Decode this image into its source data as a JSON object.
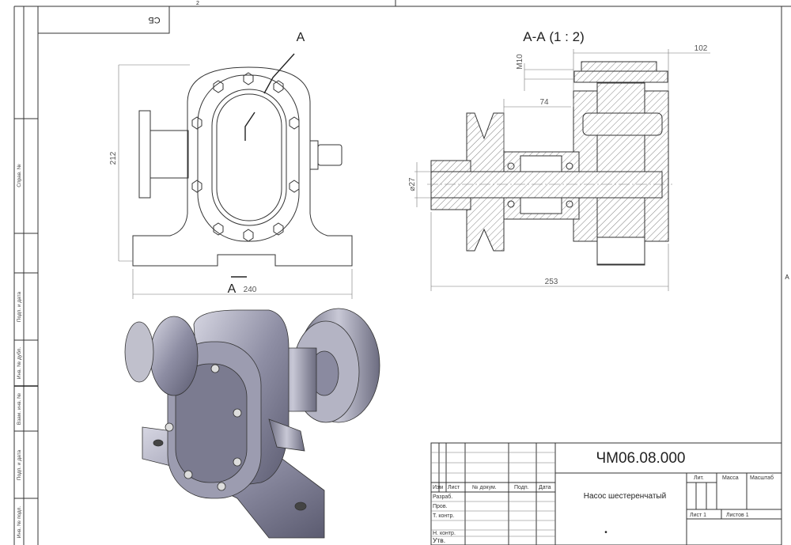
{
  "sheet": {
    "zone_number_top": "2",
    "zone_letter_right": "A",
    "top_stamp": "СБ",
    "left_strip": {
      "sprav_no": "Справ. №",
      "podp_data_1": "Подп. и дата",
      "inv_dubl": "Инв. № дубл.",
      "vzam_inv": "Взам. инв. №",
      "podp_data_2": "Подп. и дата",
      "inv_podl": "Инв. № подл."
    }
  },
  "front_view": {
    "section_label_top": "A",
    "section_label_bottom": "A",
    "dim_height": "212",
    "dim_width": "240"
  },
  "section_view": {
    "title": "А-А (1 : 2)",
    "dim_102": "102",
    "dim_m10": "M10",
    "dim_74": "74",
    "dim_diam": "⌀27",
    "dim_253": "253"
  },
  "title_block": {
    "designation": "ЧМ06.08.000",
    "name": "Насос шестеренчатый",
    "col_izm": "Изм",
    "col_list": "Лист",
    "col_doc": "№ докум.",
    "col_podp": "Подп.",
    "col_data": "Дата",
    "row_razrab": "Разраб.",
    "row_prov": "Пров.",
    "row_tkontr": "Т. контр.",
    "row_nkontr": "Н. контр.",
    "row_utv": "Утв.",
    "lit": "Лит.",
    "massa": "Масса",
    "masshtab": "Масштаб",
    "sheet": "Лист 1",
    "sheets": "Листов 1",
    "dot": "•"
  }
}
